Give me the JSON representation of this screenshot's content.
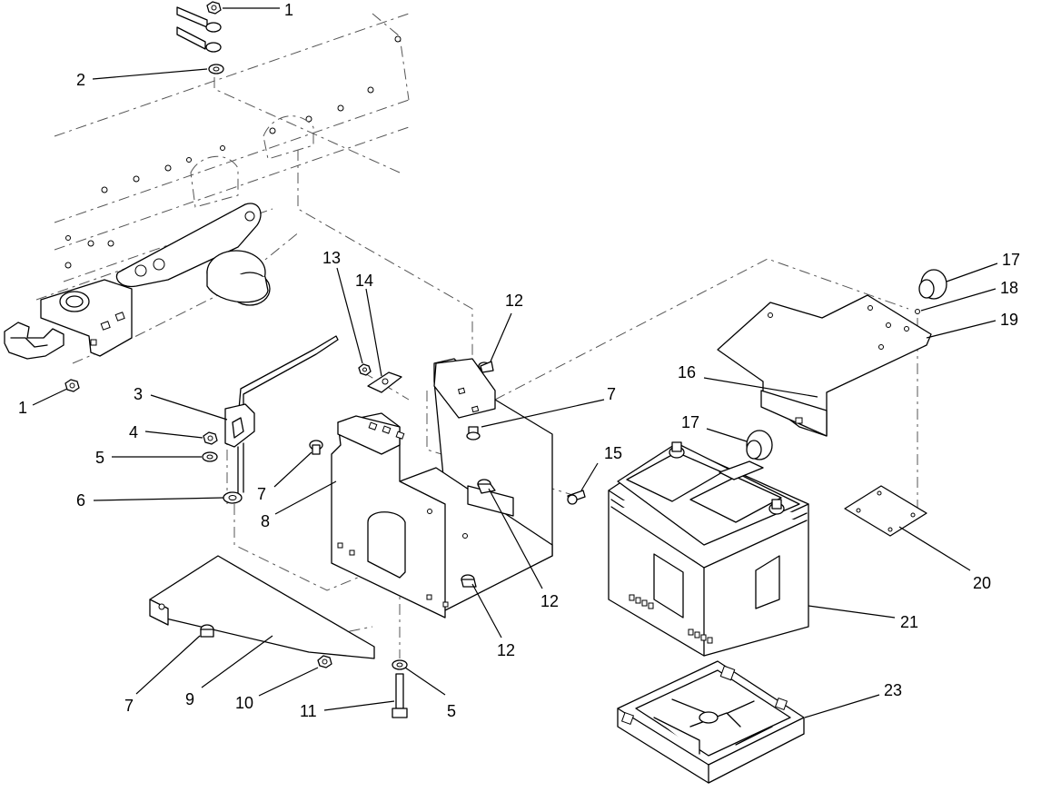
{
  "callouts": {
    "c1_top": "1",
    "c2": "2",
    "c1_left": "1",
    "c3": "3",
    "c4": "4",
    "c5_left": "5",
    "c6": "6",
    "c7_mid": "7",
    "c8": "8",
    "c13": "13",
    "c14": "14",
    "c12_top": "12",
    "c7_right": "7",
    "c15": "15",
    "c12_mid": "12",
    "c12_bottom": "12",
    "c7_bottom": "7",
    "c9": "9",
    "c10": "10",
    "c11": "11",
    "c5_bottom": "5",
    "c16": "16",
    "c17_top": "17",
    "c18": "18",
    "c19": "19",
    "c17_mid": "17",
    "c20": "20",
    "c21": "21",
    "c23": "23"
  },
  "colors": {
    "line": "#000000",
    "background": "#ffffff",
    "centerline": "#555555"
  }
}
